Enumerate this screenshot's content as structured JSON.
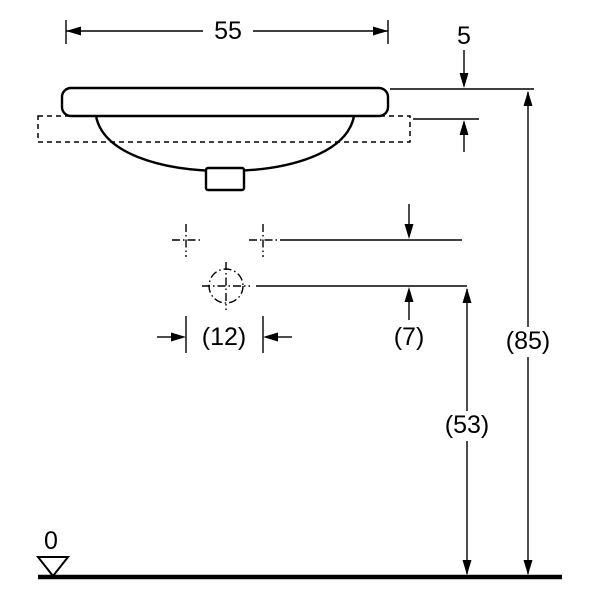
{
  "drawing": {
    "labels": {
      "basin_width": "55",
      "rim_height": "5",
      "hole_spacing": "(12)",
      "hole_offset": "(7)",
      "drain_height": "(53)",
      "total_height": "(85)",
      "datum_level": "0"
    }
  }
}
